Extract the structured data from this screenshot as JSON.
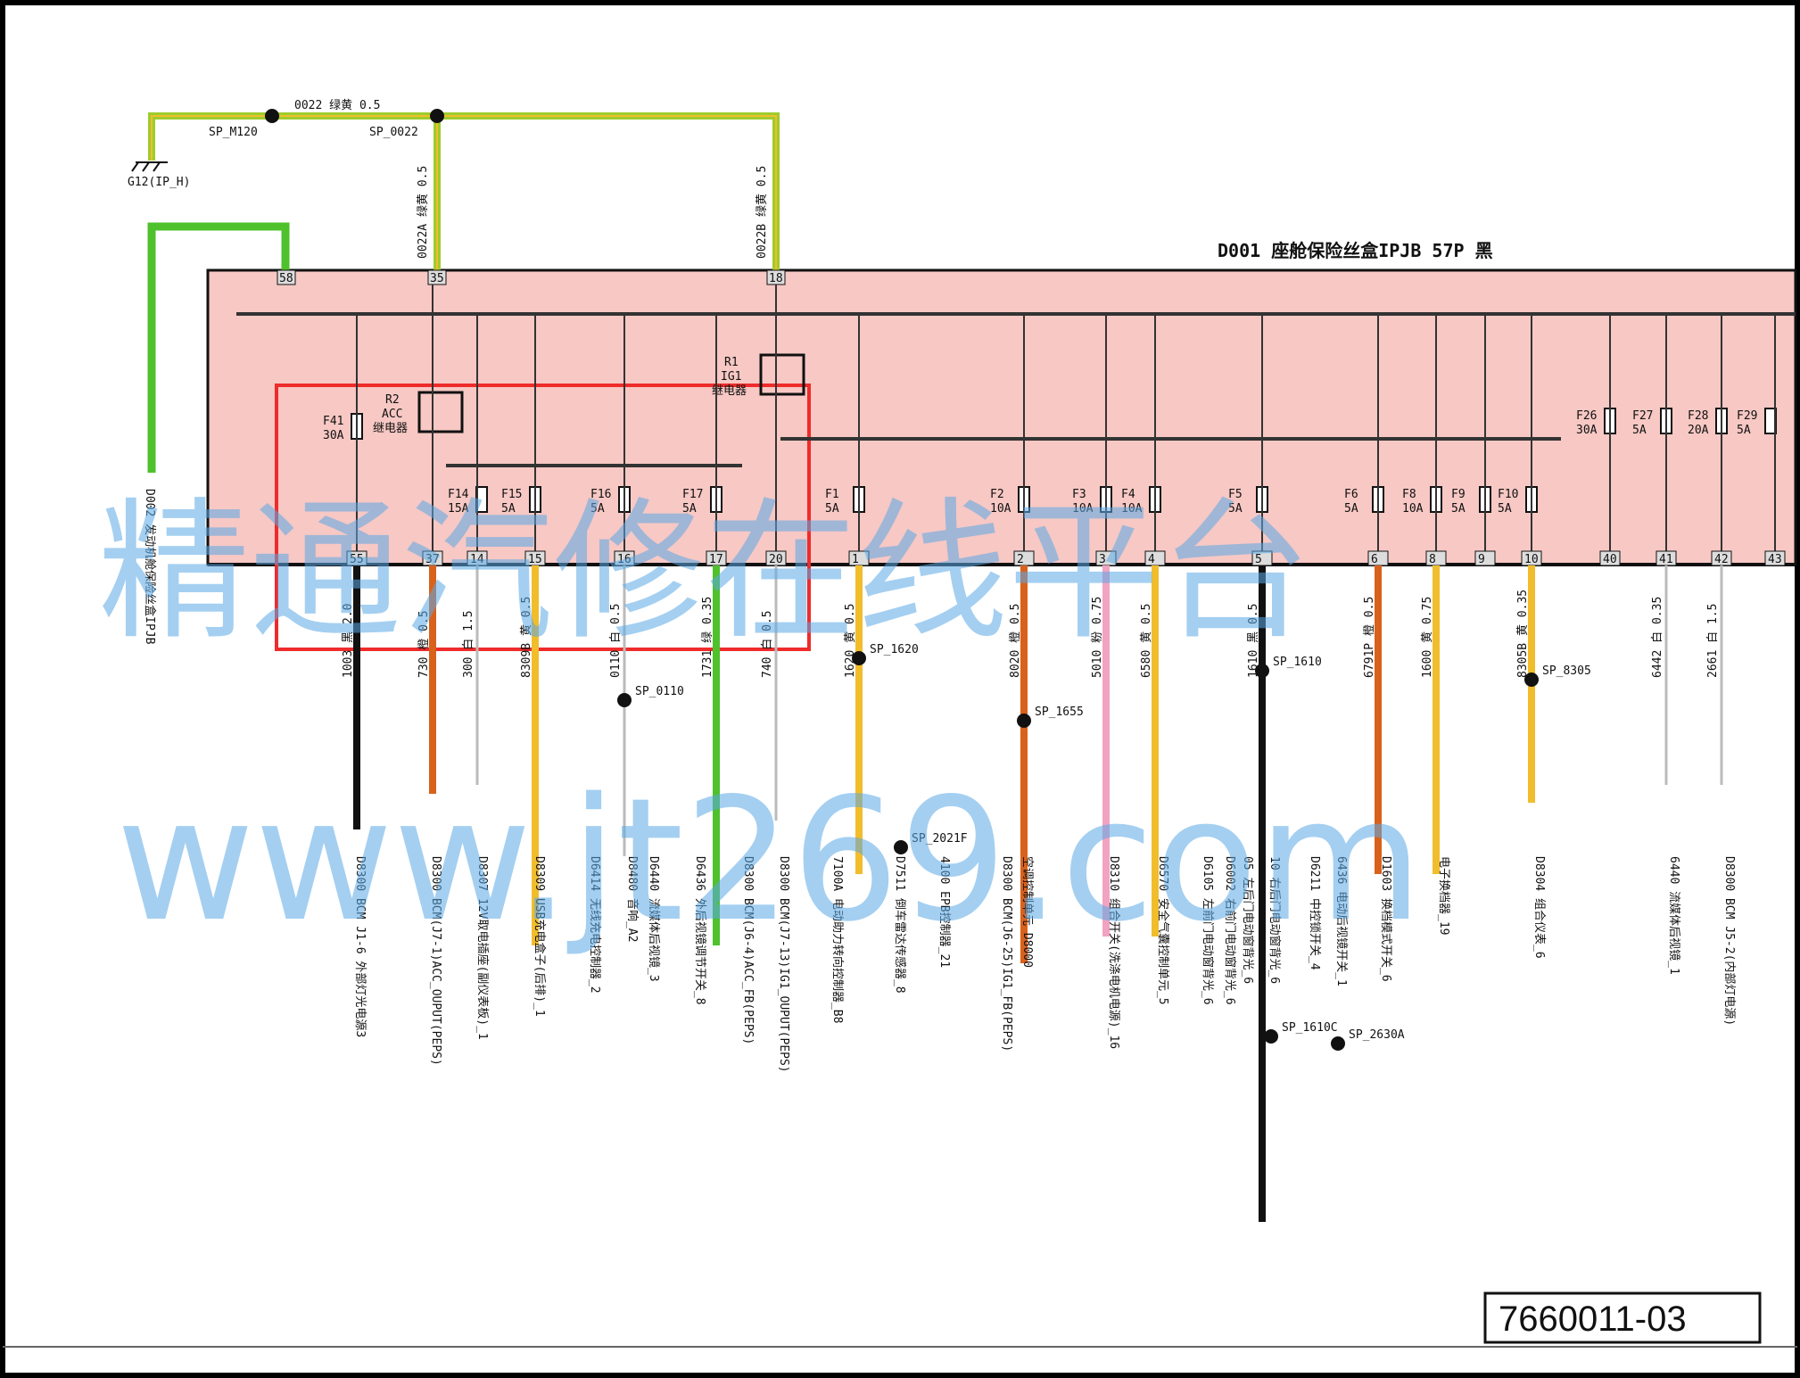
{
  "diagram": {
    "id": "7660011-03",
    "fusebox_title": "D001 座舱保险丝盒IPJB 57P 黑",
    "ground": {
      "name": "G12(IP_H)",
      "splice1": "SP_M120",
      "splice2": "SP_0022",
      "wire": "0022 绿黄 0.5"
    },
    "top_wires": [
      {
        "label": "0022A 绿黄 0.5"
      },
      {
        "label": "0022B 绿黄 0.5"
      }
    ],
    "left_connector_label": "D002 发动机舱保险丝盒IPJB",
    "fuses": [
      {
        "name": "F41",
        "rating": "30A"
      },
      {
        "name": "F14",
        "rating": "15A"
      },
      {
        "name": "F15",
        "rating": "5A"
      },
      {
        "name": "F16",
        "rating": "5A"
      },
      {
        "name": "F17",
        "rating": "5A"
      },
      {
        "name": "F1",
        "rating": "5A"
      },
      {
        "name": "F2",
        "rating": "10A"
      },
      {
        "name": "F3",
        "rating": "10A"
      },
      {
        "name": "F4",
        "rating": "10A"
      },
      {
        "name": "F5",
        "rating": "5A"
      },
      {
        "name": "F6",
        "rating": "5A"
      },
      {
        "name": "F8",
        "rating": "10A"
      },
      {
        "name": "F9",
        "rating": "5A"
      },
      {
        "name": "F10",
        "rating": "5A"
      },
      {
        "name": "F26",
        "rating": "30A"
      },
      {
        "name": "F27",
        "rating": "5A"
      },
      {
        "name": "F28",
        "rating": "20A"
      },
      {
        "name": "F29",
        "rating": "5A"
      }
    ],
    "relays": [
      {
        "name": "R2",
        "line1": "ACC",
        "line2": "继电器"
      },
      {
        "name": "R1",
        "line1": "IG1",
        "line2": "继电器"
      }
    ],
    "top_pins": [
      "58",
      "35",
      "18"
    ],
    "bottom_pins": [
      "55",
      "37",
      "14",
      "15",
      "16",
      "17",
      "20",
      "1",
      "2",
      "3",
      "4",
      "5",
      "6",
      "8",
      "9",
      "10",
      "40",
      "41",
      "42",
      "43"
    ],
    "splices": [
      "SP_1620",
      "SP_0110",
      "SP_2021F",
      "SP_1655",
      "SP_1610",
      "SP_8305",
      "SP_1610C",
      "SP_2630A"
    ],
    "wire_labels": [
      "1003 黑 2.0",
      "730 橙 0.5",
      "300 白 1.5",
      "8309B 黄 0.5",
      "0110 白 0.5",
      "1731 绿 0.35",
      "740 白 0.5",
      "1620 黄 0.5",
      "8020 橙 0.5",
      "5010 粉 0.75",
      "6580 黄 0.5",
      "1610 黑 0.5",
      "6791P 橙 0.5",
      "1600 黄 0.75",
      "8305B 黄 0.35",
      "6442 白 0.35",
      "2661 白 1.5"
    ],
    "destinations": [
      "D8300 BCM J1-6 外部灯光电源3",
      "D8300 BCM(J7-1)ACC_OUPUT(PEPS)",
      "D8307 12V取电插座(副仪表板)_1",
      "D8309 USB充电盒子(后排)_1",
      "D6414 无线充电控制器_2",
      "D8480 音响_A2",
      "D6440 流媒体后视镜_3",
      "D6436 外后视镜调节开关_8",
      "D8300 BCM(J6-4)ACC_FB(PEPS)",
      "D8300 BCM(J7-13)IG1_OUPUT(PEPS)",
      "7100A 电动助力转向控制器_B8",
      "D7511 倒车雷达传感器_8",
      "4100 EPB控制器_21",
      "D8300 BCM(J6-25)IG1_FB(PEPS)",
      "空调控制单元 D8000",
      "D8310 组合开关(洗涤电机电源)_16",
      "D6570 安全气囊控制单元_5",
      "D6105 左前门电动窗背光_6",
      "D6002 右前门电动窗背光_6",
      "05 左后门电动窗背光_6",
      "10 右后门电动窗背光_6",
      "D6211 中控锁开关_4",
      "6436 电动后视镜开关_1",
      "D1603 换档模式开关_6",
      "电子换档器_19",
      "D8304 组合仪表_6",
      "6440 流媒体后视镜_1",
      "D8300 BCM J5-2(内部灯电源)"
    ],
    "watermark": {
      "line1": "精通汽修在线平台",
      "line2": "www.jt269.com"
    },
    "colors": {
      "green_yellow": "#9dcc2e",
      "green": "#4ec12c",
      "orange": "#d9611c",
      "yellow": "#f1bd2c",
      "black": "#111111",
      "pink": "#f2a3c1",
      "cyan": "#5dc8f0",
      "fusebox_fill": "#f7c8c4",
      "highlight_red": "#ef2b2b",
      "white_wire": "#bbbbbb"
    }
  }
}
